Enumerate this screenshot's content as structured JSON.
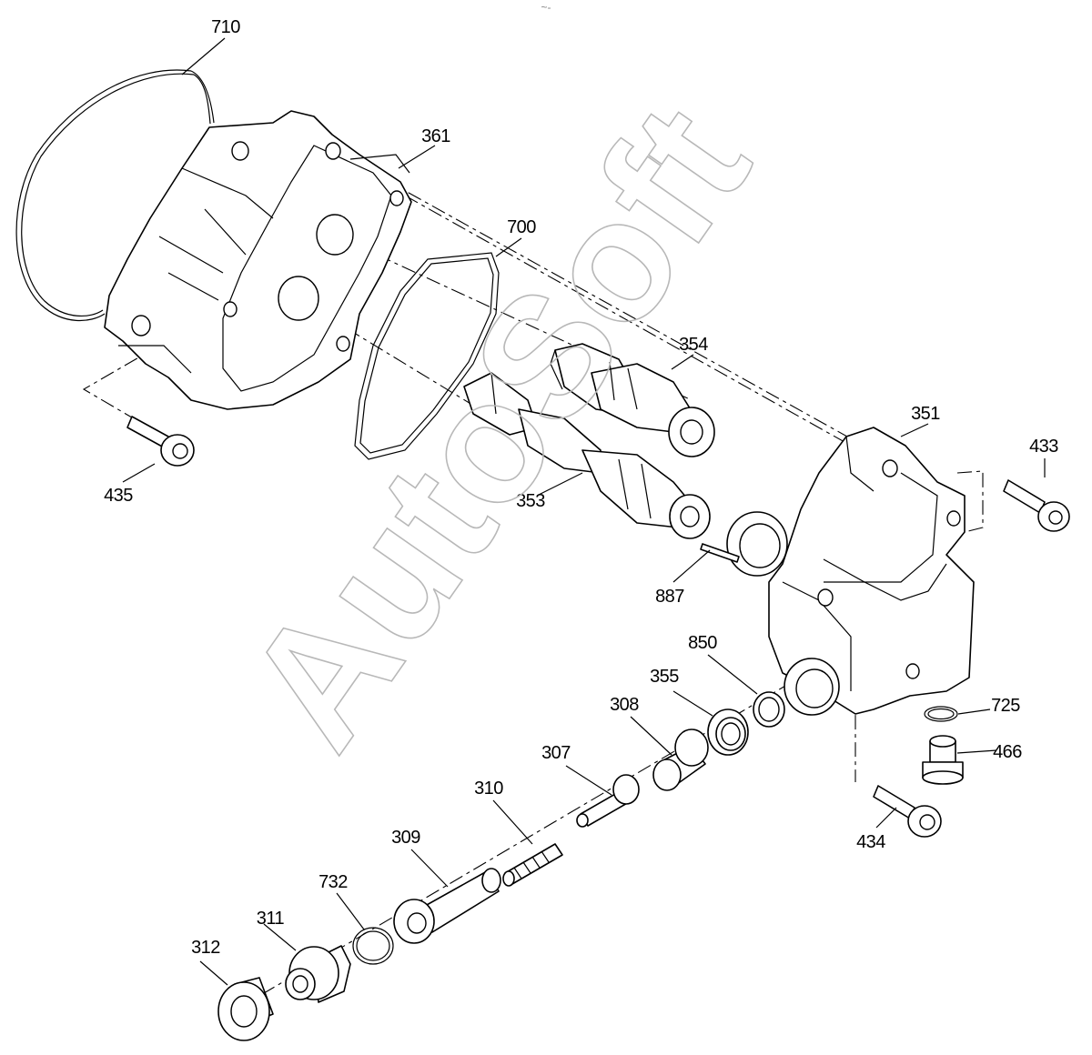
{
  "top_mark": "~-",
  "watermark": "AutoSoft",
  "callouts": {
    "c710": "710",
    "c361": "361",
    "c700": "700",
    "c354": "354",
    "c351": "351",
    "c433": "433",
    "c435": "435",
    "c353": "353",
    "c887": "887",
    "c850": "850",
    "c355": "355",
    "c725": "725",
    "c308": "308",
    "c466": "466",
    "c307": "307",
    "c310": "310",
    "c434": "434",
    "c309": "309",
    "c732": "732",
    "c312": "312",
    "c311": "311"
  }
}
